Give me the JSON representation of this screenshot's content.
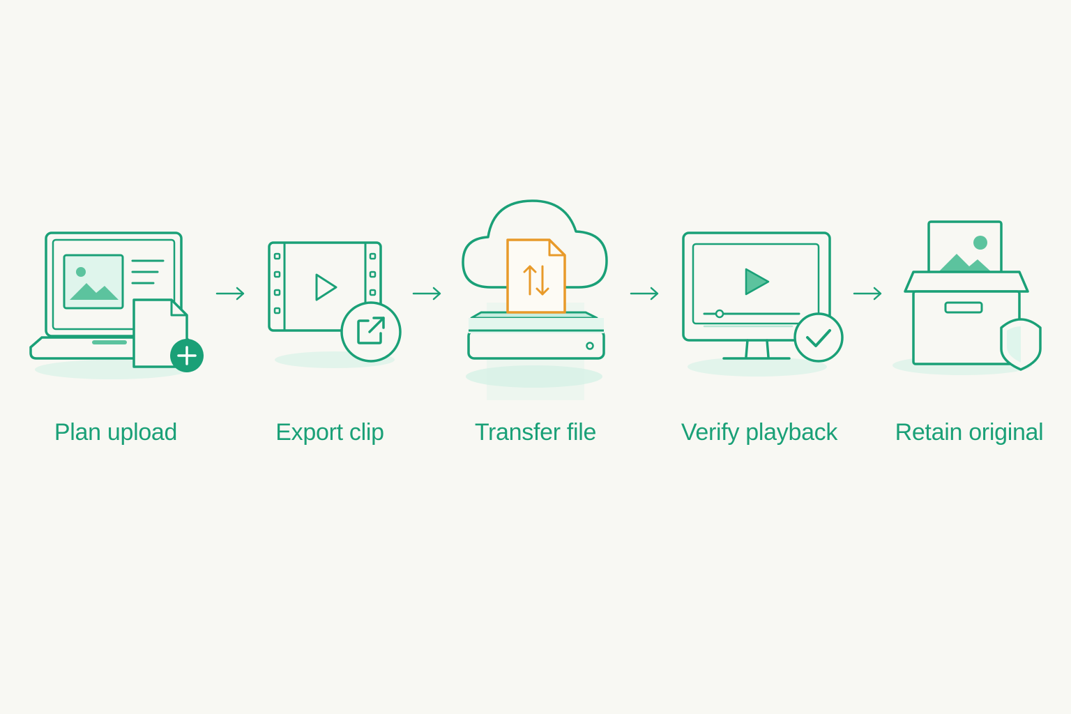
{
  "colors": {
    "background": "#f8f8f3",
    "primary": "#1aa077",
    "primary_light": "#c9eee0",
    "accent": "#e89a2a"
  },
  "steps": [
    {
      "label": "Plan upload",
      "icon": "laptop-add-file-icon"
    },
    {
      "label": "Export clip",
      "icon": "film-export-icon"
    },
    {
      "label": "Transfer file",
      "icon": "cloud-transfer-icon"
    },
    {
      "label": "Verify playback",
      "icon": "monitor-verify-icon"
    },
    {
      "label": "Retain original",
      "icon": "archive-box-shield-icon"
    }
  ]
}
